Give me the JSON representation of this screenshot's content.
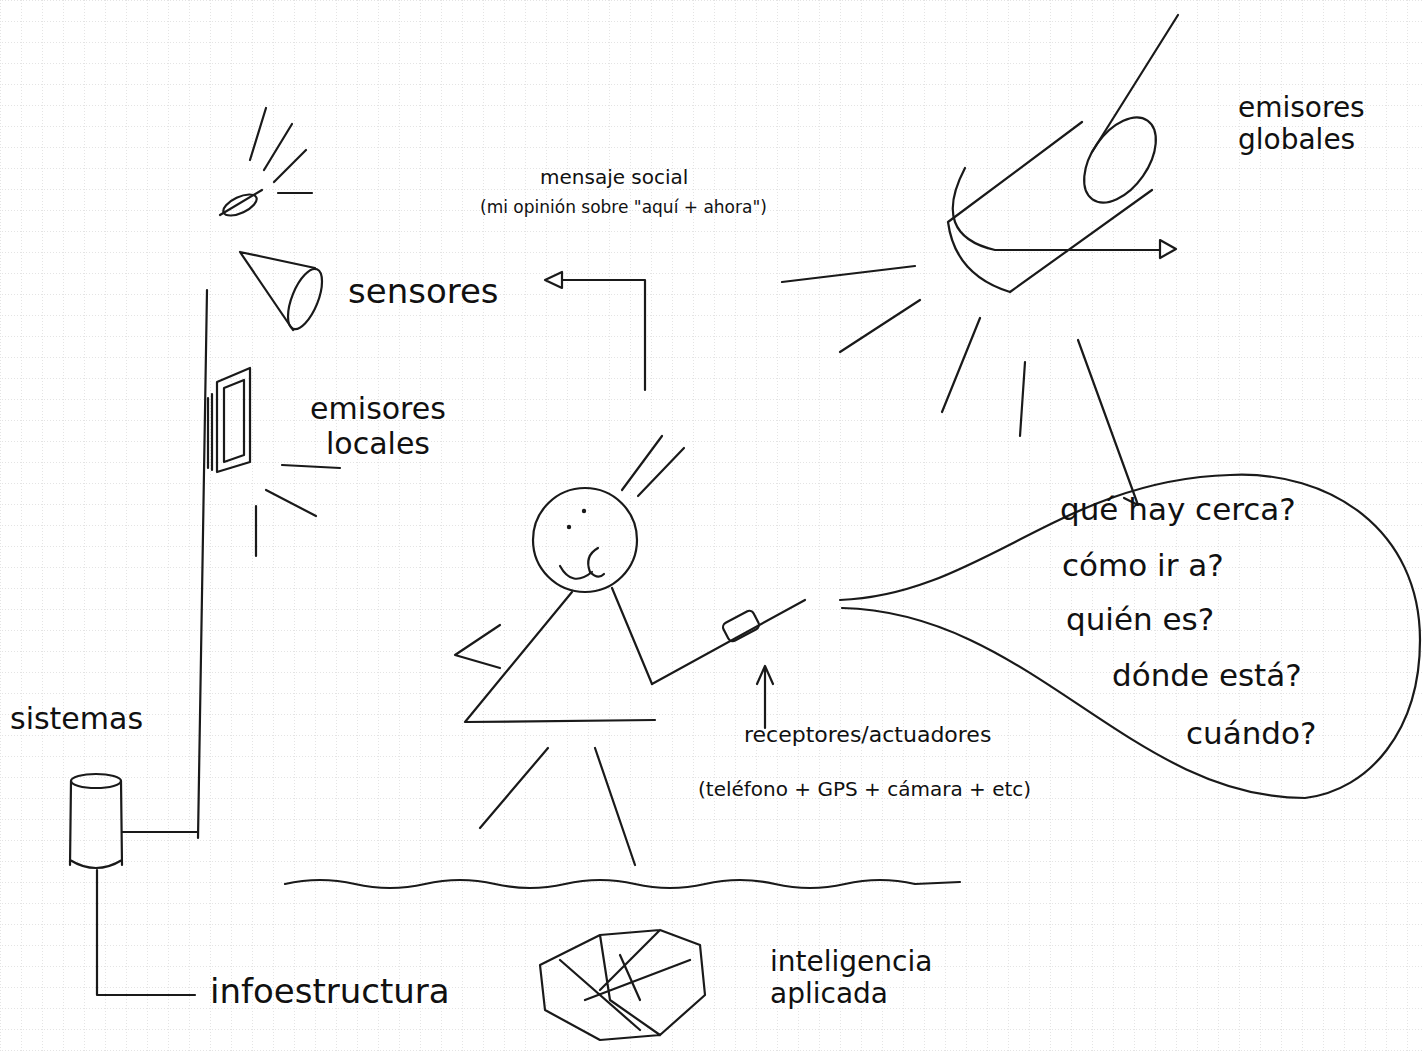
{
  "diagram": {
    "nodes": [
      {
        "text": [
          "qué hay cerca?",
          "cómo ir a?",
          "quién es?",
          "dónde está?",
          "cuándo?"
        ]
      }
    ],
    "labels": [
      "emisores globales",
      "mensaje social",
      "(mi opinión sobre \"aquí + ahora\")",
      "sensores",
      "emisores locales",
      "receptores/actuadores",
      "(teléfono + GPS + cámara + etc)",
      "sistemas",
      "infoestructura",
      "inteligencia aplicada"
    ]
  }
}
